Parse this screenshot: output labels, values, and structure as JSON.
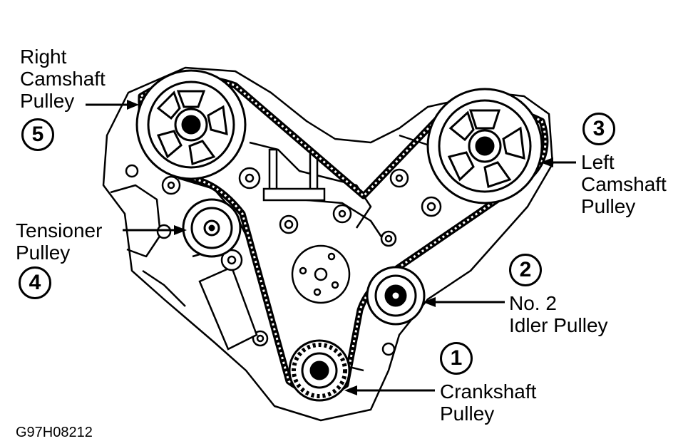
{
  "figure_code": "G97H08212",
  "callouts": [
    {
      "number": "1",
      "lines": [
        "Crankshaft",
        "Pulley"
      ]
    },
    {
      "number": "2",
      "lines": [
        "No. 2",
        "Idler Pulley"
      ]
    },
    {
      "number": "3",
      "lines": [
        "Left",
        "Camshaft",
        "Pulley"
      ]
    },
    {
      "number": "4",
      "lines": [
        "Tensioner",
        "Pulley"
      ]
    },
    {
      "number": "5",
      "lines": [
        "Right",
        "Camshaft",
        "Pulley"
      ]
    }
  ]
}
